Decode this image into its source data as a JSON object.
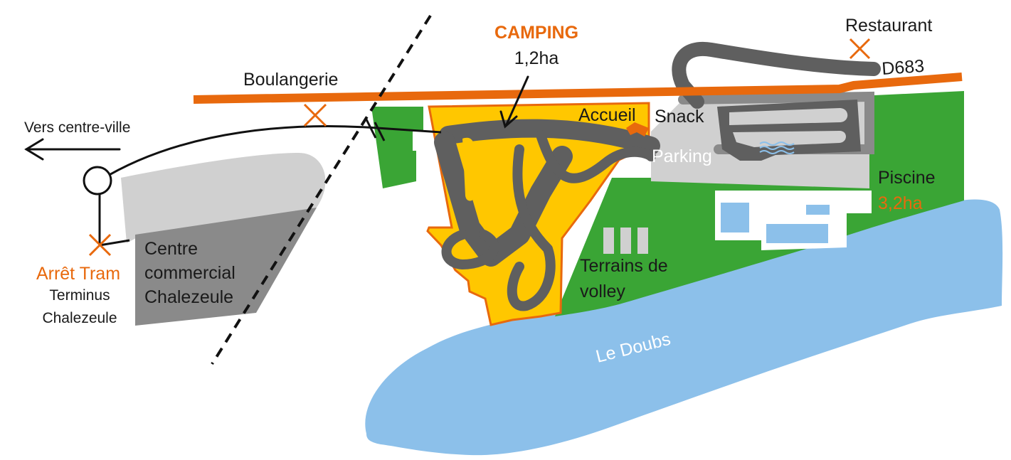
{
  "map": {
    "camping": {
      "title": "CAMPING",
      "area": "1,2ha"
    },
    "piscine": {
      "label": "Piscine",
      "area": "3,2ha"
    },
    "labels": {
      "restaurant": "Restaurant",
      "road": "D683",
      "boulangerie": "Boulangerie",
      "vers_centre_ville": "Vers centre-ville",
      "accueil": "Accueil",
      "snack": "Snack",
      "parking": "Parking",
      "terrains_line1": "Terrains de",
      "terrains_line2": "volley",
      "river": "Le Doubs",
      "tram_title": "Arrêt Tram",
      "tram_line1": "Terminus",
      "tram_line2": "Chalezeule",
      "centre_line1": "Centre",
      "centre_line2": "commercial",
      "centre_line3": "Chalezeule"
    },
    "colors": {
      "accent_orange": "#e8690d",
      "camping_yellow": "#ffc700",
      "green_area": "#3aa535",
      "river_blue": "#8cc0ea",
      "road_dark_grey": "#5f5f5f",
      "parking_light_grey": "#d0d0d0",
      "commercial_grey": "#8a8a8a"
    }
  }
}
